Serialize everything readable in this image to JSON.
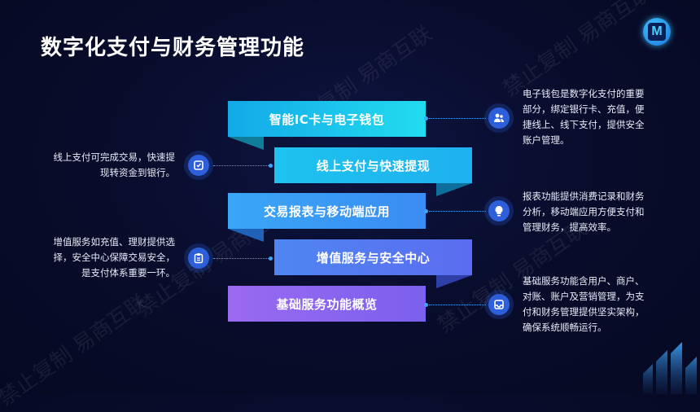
{
  "title": "数字化支付与财务管理功能",
  "logo_letter": "M",
  "watermark": "禁止复制 易商互联",
  "ribbons": [
    {
      "label": "智能IC卡与电子钱包"
    },
    {
      "label": "线上支付与快速提现"
    },
    {
      "label": "交易报表与移动端应用"
    },
    {
      "label": "增值服务与安全中心"
    },
    {
      "label": "基础服务功能概览"
    }
  ],
  "descriptions": {
    "d1": [
      "电子钱包是数字化支付的重要",
      "部分，绑定银行卡、充值，便",
      "捷线上、线下支付，提供安全",
      "账户管理。"
    ],
    "d2": [
      "线上支付可完成交易，快速提",
      "现转资金到银行。"
    ],
    "d3": [
      "报表功能提供消费记录和财务",
      "分析，移动端应用方便支付和",
      "管理财务，提高效率。"
    ],
    "d4": [
      "增值服务如充值、理财提供选",
      "择，安全中心保障交易安全，",
      "是支付体系重要一环。"
    ],
    "d5": [
      "基础服务功能含用户、商户、",
      "对账、账户及营销管理，为支",
      "付和财务管理提供坚实架构，",
      "确保系统顺畅运行。"
    ]
  },
  "icons": {
    "n1": "users-icon",
    "n2": "wallet-icon",
    "n3": "lightbulb-icon",
    "n4": "clipboard-icon",
    "n5": "inbox-icon"
  },
  "colors": {
    "ribbon1": "#20d4ee",
    "ribbon2": "#1ec2ee",
    "ribbon3": "#3aa8f4",
    "ribbon4": "#5a78f2",
    "ribbon5": "#8a62ee",
    "node": "#2c5fd9"
  }
}
